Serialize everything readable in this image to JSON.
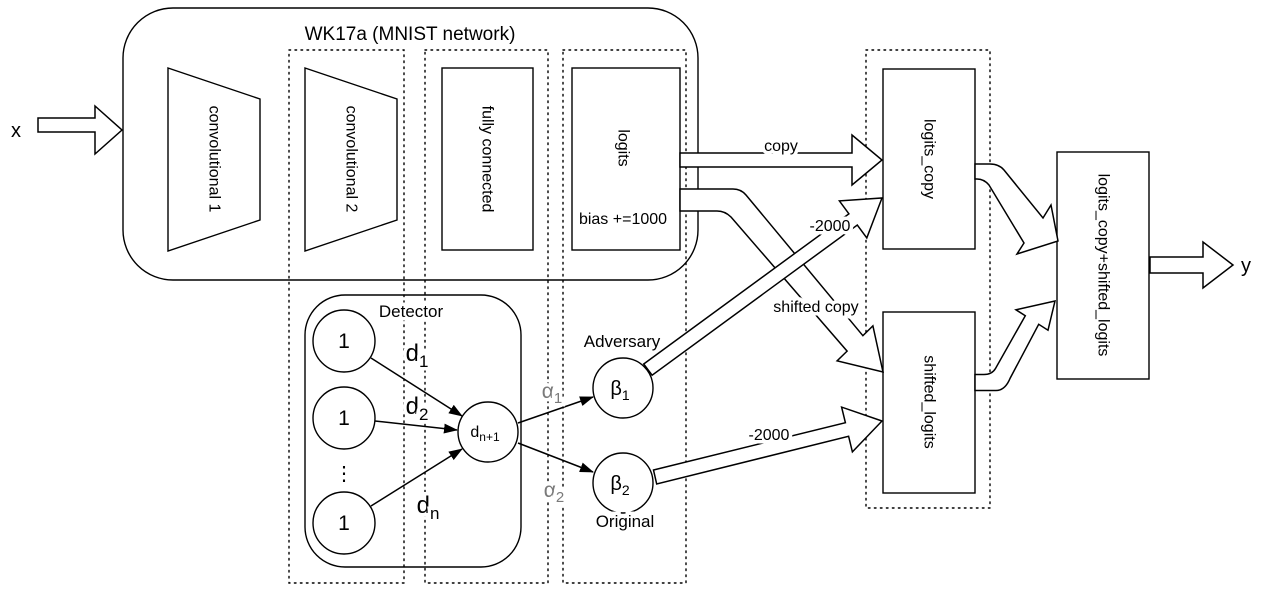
{
  "colors": {
    "stroke": "#000000",
    "alpha_label": "#7a7a7a",
    "background": "#ffffff"
  },
  "input_label": "x",
  "output_label": "y",
  "network": {
    "title": "WK17a (MNIST network)",
    "layers": {
      "conv1": "convolutional 1",
      "conv2": "convolutional 2",
      "fully_connected": "fully connected",
      "logits": "logits",
      "bias_note": "bias +=1000"
    }
  },
  "detector": {
    "title": "Detector",
    "node1": "1",
    "node2": "1",
    "node3": "1",
    "ellipsis": "⋮",
    "d1": {
      "base": "d",
      "sub": "1"
    },
    "d2": {
      "base": "d",
      "sub": "2"
    },
    "dn": {
      "base": "d",
      "sub": "n"
    },
    "dn1": {
      "base": "d",
      "sub": "n+1"
    }
  },
  "selector": {
    "alpha1": {
      "base": "α",
      "sub": "1"
    },
    "alpha2": {
      "base": "α",
      "sub": "2"
    },
    "beta1": {
      "base": "β",
      "sub": "1"
    },
    "beta2": {
      "base": "β",
      "sub": "2"
    },
    "adversary_label": "Adversary",
    "original_label": "Original"
  },
  "outputs": {
    "logits_copy": "logits_copy",
    "shifted_logits": "shifted_logits",
    "sum": "logits_copy+shifted_logits"
  },
  "arrows": {
    "copy": "copy",
    "shifted_copy": "shifted copy",
    "minus2000_top": "-2000",
    "minus2000_bottom": "-2000"
  }
}
